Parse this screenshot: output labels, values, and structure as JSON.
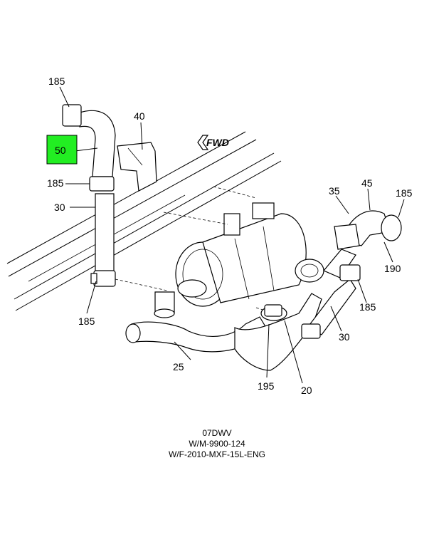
{
  "callouts": {
    "c185_top": "185",
    "c50": "50",
    "c185_mid": "185",
    "c30_left": "30",
    "c185_bottom": "185",
    "c40": "40",
    "c35": "35",
    "c45": "45",
    "c185_right": "185",
    "c190": "190",
    "c185_right_low": "185",
    "c30_right": "30",
    "c25": "25",
    "c195": "195",
    "c20": "20"
  },
  "fwd_label": "FWD",
  "caption": {
    "line1": "07DWV",
    "line2": "W/M-9900-124",
    "line3": "W/F-2010-MXF-15L-ENG"
  },
  "colors": {
    "highlight": "#22ee22"
  }
}
